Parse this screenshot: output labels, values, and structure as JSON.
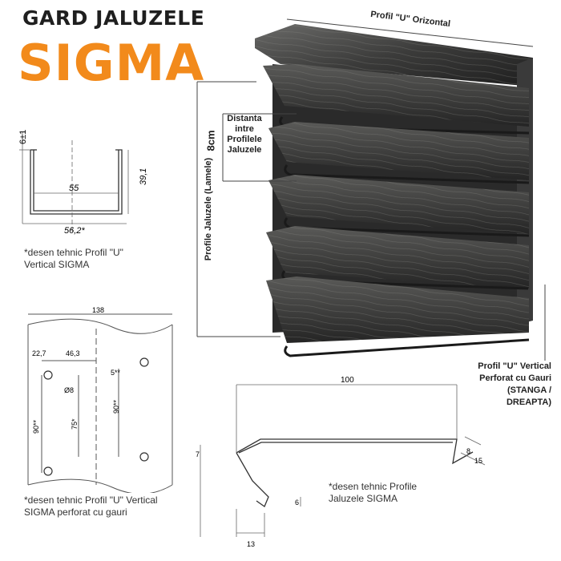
{
  "title": {
    "line1": "GARD JALUZELE",
    "line2": "SIGMA"
  },
  "brand_color": "#f28a1b",
  "labels": {
    "top_profile": "Profil \"U\" Orizontal",
    "side_profile": "Profile Jaluzele (Lamele)",
    "distance_value": "8cm",
    "distance_text": [
      "Distanta",
      "intre",
      "Profilele",
      "Jaluzele"
    ],
    "right_profile": [
      "Profil \"U\" Vertical",
      "Perforat cu Gauri",
      "(STANGA /",
      "DREAPTA)"
    ]
  },
  "captions": {
    "u_vertical": [
      "*desen tehnic Profil \"U\"",
      "Vertical SIGMA"
    ],
    "u_perforated": [
      "*desen tehnic Profil \"U\"  Vertical",
      "SIGMA perforat cu gauri"
    ],
    "slat": [
      "*desen tehnic Profile",
      "Jaluzele SIGMA"
    ]
  },
  "dims_u_profile": {
    "lip": "6±1",
    "inner_width": "55",
    "height": "39,1",
    "outer_width": "56,2*"
  },
  "dims_perforated": {
    "width": "138",
    "d1": "22,7",
    "d2": "46,3",
    "hole": "Ø8",
    "gap": "5**",
    "h75": "75*",
    "h90a": "90**",
    "h90b": "90**"
  },
  "dims_slat": {
    "length": "100",
    "d8": "8",
    "d15": "15",
    "d6": "6",
    "d13": "13",
    "d7": "7"
  }
}
